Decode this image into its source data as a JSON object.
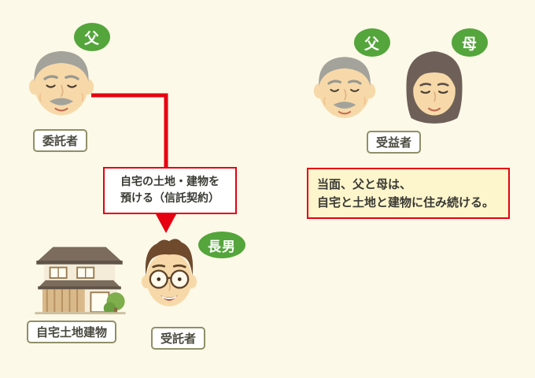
{
  "diagram": {
    "settlor": {
      "badge": "父",
      "role": "委託者"
    },
    "trust_action": {
      "line1": "自宅の土地・建物を",
      "line2": "預ける（信託契約）"
    },
    "trustee": {
      "badge": "長男",
      "role": "受託者"
    },
    "property": {
      "label": "自宅土地建物"
    },
    "beneficiary": {
      "badge_father": "父",
      "badge_mother": "母",
      "role": "受益者"
    },
    "note": {
      "line1": "当面、父と母は、",
      "line2": "自宅と土地と建物に住み続ける。"
    }
  },
  "colors": {
    "background": "#fdf9e8",
    "badge_green": "#54a53b",
    "arrow_red": "#e60012",
    "note_bg": "#fdf5cc",
    "label_border": "#908f68"
  }
}
